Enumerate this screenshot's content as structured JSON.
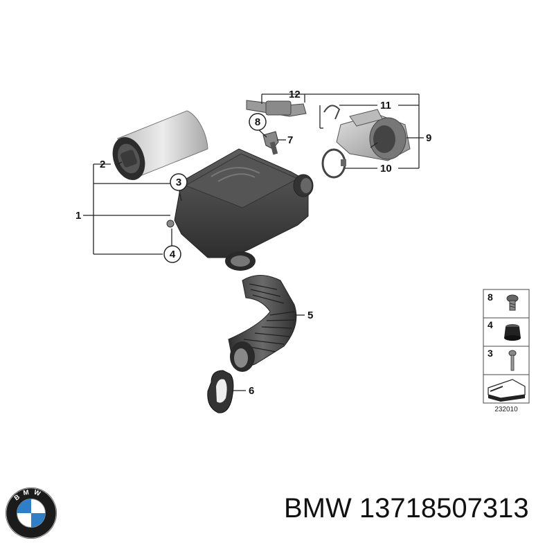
{
  "callouts": {
    "c1": "1",
    "c2": "2",
    "c3": "3",
    "c4": "4",
    "c5": "5",
    "c6": "6",
    "c7": "7",
    "c8": "8",
    "c9": "9",
    "c10": "10",
    "c11": "11",
    "c12": "12"
  },
  "legend": {
    "items": [
      {
        "number": "8",
        "icon": "screw-icon"
      },
      {
        "number": "4",
        "icon": "rubber-grommet-icon"
      },
      {
        "number": "3",
        "icon": "bolt-icon"
      }
    ],
    "ref_number": "232010"
  },
  "footer": {
    "brand": "BMW",
    "part_number": "13718507313",
    "logo_letters": "BMW"
  },
  "colors": {
    "part_dark": "#3a3a3a",
    "part_mid": "#5a5a5a",
    "part_light": "#9a9a9a",
    "bmw_blue": "#2f7fc8"
  }
}
